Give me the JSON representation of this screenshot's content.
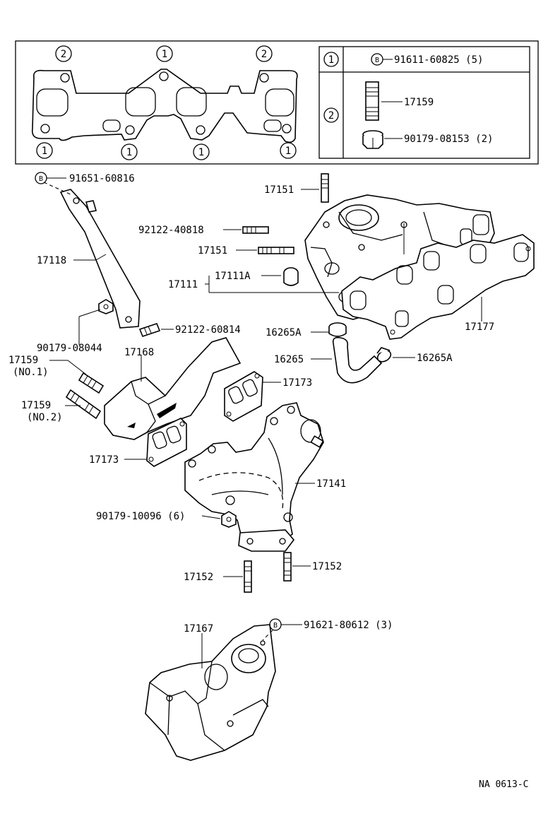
{
  "legend": {
    "row1": {
      "key": "1",
      "bolt_mark": "B",
      "part": "91611-60825 (5)"
    },
    "row2": {
      "key": "2",
      "stud_part": "17159",
      "nut_part": "90179-08153 (2)"
    }
  },
  "gasket_markers": {
    "top": [
      "2",
      "1",
      "2"
    ],
    "bottom": [
      "1",
      "1",
      "1",
      "1"
    ]
  },
  "callouts": {
    "bolt_91651": "91651-60816",
    "bolt_91651_mark": "B",
    "p17118": "17118",
    "p90179_08044": "90179-08044",
    "p17159_no1": "17159",
    "p17159_no1_sub": "(NO.1)",
    "p17159_no2": "17159",
    "p17159_no2_sub": "(NO.2)",
    "p17168": "17168",
    "p17173_left": "17173",
    "p17173_right": "17173",
    "p92122_40818": "92122-40818",
    "p17151_top": "17151",
    "p17151_mid": "17151",
    "p17111": "17111",
    "p17111A": "17111A",
    "p16265A_left": "16265A",
    "p16265": "16265",
    "p16265A_right": "16265A",
    "p17177": "17177",
    "p92122_60814": "92122-60814",
    "p17141": "17141",
    "p90179_10096": "90179-10096 (6)",
    "p17152_left": "17152",
    "p17152_right": "17152",
    "p17167": "17167",
    "p91621_mark": "B",
    "p91621": "91621-80612 (3)"
  },
  "figure_code": "NA 0613-C"
}
